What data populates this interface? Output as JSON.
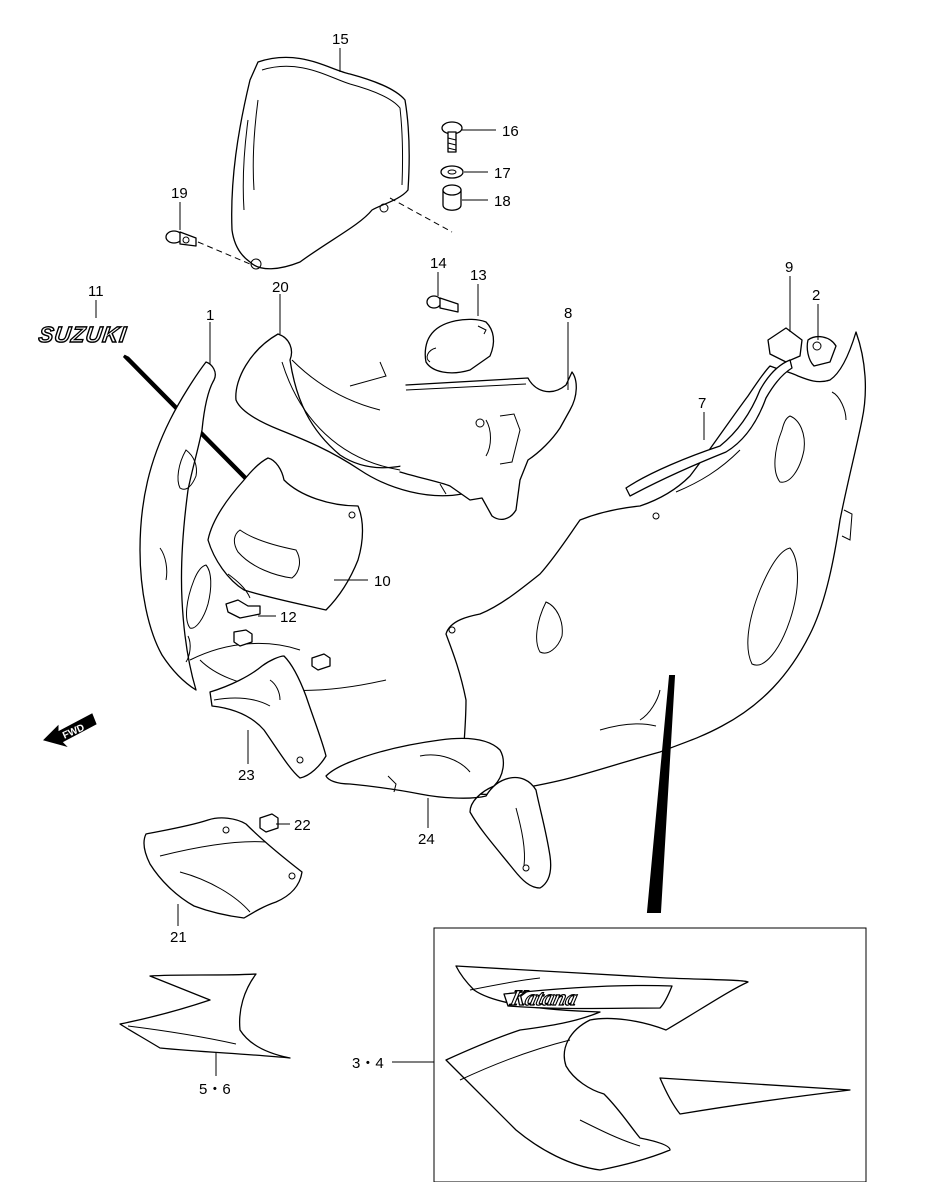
{
  "callouts": {
    "c1": "1",
    "c2": "2",
    "c3_4": "3・4",
    "c5_6": "5・6",
    "c7": "7",
    "c8": "8",
    "c9": "9",
    "c10": "10",
    "c11": "11",
    "c12": "12",
    "c13": "13",
    "c14": "14",
    "c15": "15",
    "c16": "16",
    "c17": "17",
    "c18": "18",
    "c19": "19",
    "c20": "20",
    "c21": "21",
    "c22": "22",
    "c23": "23",
    "c24": "24"
  },
  "labels": {
    "brand_emblem": "SUZUKI",
    "forward_arrow": "FWD",
    "decal_logo": "Katana"
  }
}
